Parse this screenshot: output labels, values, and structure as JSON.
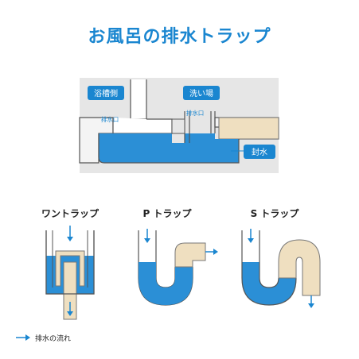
{
  "title": "お風呂の排水トラップ",
  "top_diagram": {
    "bath_side_label": "浴槽側",
    "wash_area_label": "洗い場",
    "drain_outlet_label": "排水口",
    "drain_outlet_label_right": "排水口",
    "water_seal_label": "封水"
  },
  "traps": {
    "one_trap": "ワントラップ",
    "p_trap": "P トラップ",
    "s_trap": "S トラップ"
  },
  "legend": {
    "flow_label": "排水の流れ"
  },
  "colors": {
    "accent_blue": "#1a86d0",
    "water_blue": "#2b8fd6",
    "pipe_beige": "#efdfc0",
    "floor_gray": "#e4e4e4",
    "outline": "#555555"
  }
}
